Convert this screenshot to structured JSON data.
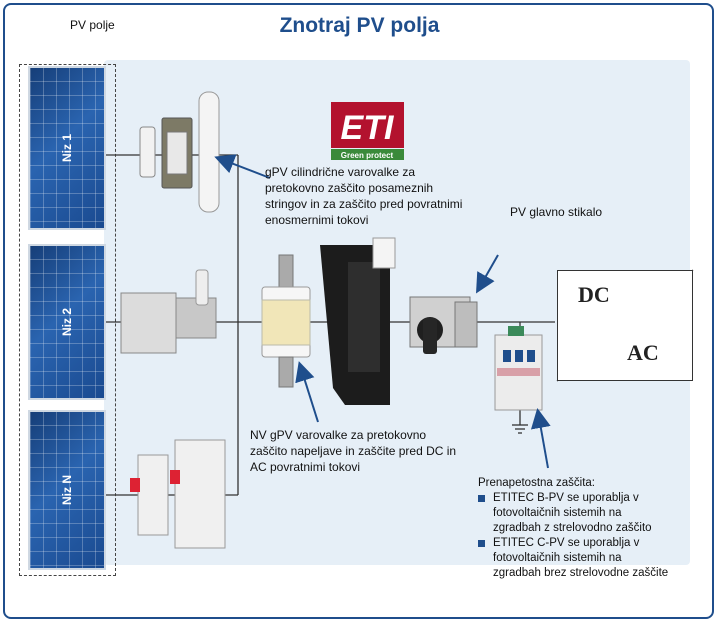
{
  "title": "Znotraj PV polja",
  "pv_field_label": "PV polje",
  "strings": [
    "Niz 1",
    "Niz 2",
    "Niz N"
  ],
  "logo": {
    "text": "ETI",
    "tagline": "Green protect"
  },
  "annotations": {
    "gpv": [
      "gPV cilindrične varovalke za",
      "pretokovno zaščito posameznih",
      "stringov in za zaščito pred povratnimi",
      "enosmernimi tokovi"
    ],
    "main_switch": "PV glavno stikalo",
    "nv": [
      "NV gPV varovalke za pretokovno",
      "zaščito napeljave in zaščite pred DC in",
      "AC povratnimi tokovi"
    ],
    "surge_title": "Prenapetostna zaščita:",
    "surge_items": [
      [
        "ETITEC B-PV se uporablja v",
        "fotovoltaičnih sistemih na",
        "zgradbah z strelovodno zaščito"
      ],
      [
        "ETITEC C-PV se uporablja v",
        "fotovoltaičnih sistemih na",
        "zgradbah brez strelovodne zaščite"
      ]
    ]
  },
  "inverter": {
    "dc": "DC",
    "ac": "AC"
  },
  "colors": {
    "frame": "#1f4e8c",
    "logo_red": "#b3122e",
    "logo_green": "#3a8a3a"
  }
}
